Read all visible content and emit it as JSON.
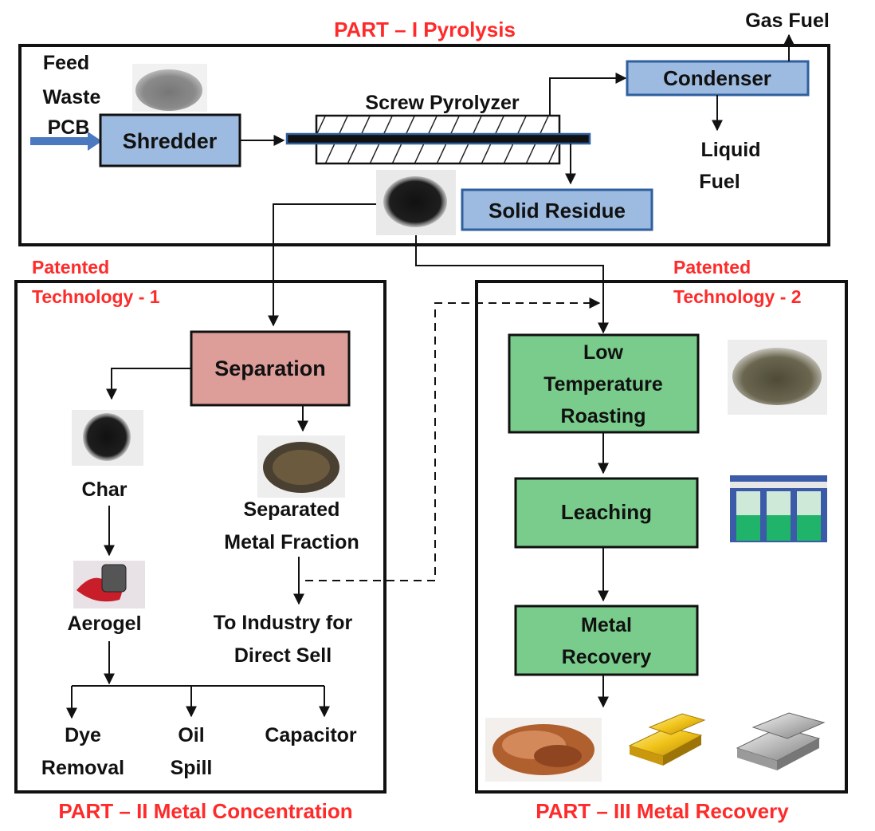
{
  "colors": {
    "part_title": "#ff2a2a",
    "blue_box": "#9dbbe0",
    "blue_box_border": "#2e5f9e",
    "green_box": "#79cc8b",
    "pink_box": "#dd9e9a",
    "arrow": "#111111",
    "feed_arrow": "#4a79c0"
  },
  "part1": {
    "title": "PART – I Pyrolysis",
    "feed": [
      "Feed",
      "Waste",
      "PCB"
    ],
    "shredder": "Shredder",
    "pyrolyzer": "Screw Pyrolyzer",
    "condenser": "Condenser",
    "gas_fuel": "Gas Fuel",
    "liquid_fuel": [
      "Liquid",
      "Fuel"
    ],
    "solid_residue": "Solid Residue"
  },
  "part2": {
    "patent": [
      "Patented",
      "Technology - 1"
    ],
    "separation": "Separation",
    "char": "Char",
    "aerogel": "Aerogel",
    "separated": [
      "Separated",
      "Metal Fraction"
    ],
    "industry": [
      "To Industry for",
      "Direct Sell"
    ],
    "dye": [
      "Dye",
      "Removal"
    ],
    "oil": [
      "Oil",
      "Spill"
    ],
    "capacitor": "Capacitor",
    "title": "PART – II Metal Concentration"
  },
  "part3": {
    "patent": [
      "Patented",
      "Technology - 2"
    ],
    "roasting": [
      "Low",
      "Temperature",
      "Roasting"
    ],
    "leaching": "Leaching",
    "recovery": [
      "Metal",
      "Recovery"
    ],
    "title": "PART – III Metal Recovery"
  },
  "images": {
    "shredded_powder": "shredded-powder-photo",
    "residue": "solid-residue-photo",
    "char": "char-photo",
    "metal_fraction": "metal-fraction-photo",
    "aerogel": "aerogel-photo",
    "roasted": "roasted-powder-photo",
    "leachate": "leachate-vials-photo",
    "copper": "copper-granules-photo",
    "gold": "gold-bars-photo",
    "silver": "silver-bars-photo"
  }
}
